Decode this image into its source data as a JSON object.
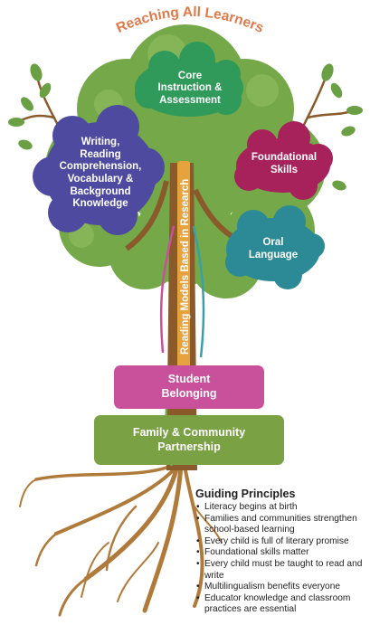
{
  "title": "Reaching All Learners",
  "trunk_label": "Reading Models Based in Research",
  "canopy_areas": [
    {
      "label": "Core\nInstruction &\nAssessment",
      "color": "#2f9a5a"
    },
    {
      "label": "Writing,\nReading\nComprehension,\nVocabulary &\nBackground\nKnowledge",
      "color": "#4e4aa0"
    },
    {
      "label": "Foundational\nSkills",
      "color": "#a7215a"
    },
    {
      "label": "Oral\nLanguage",
      "color": "#2c8a96"
    }
  ],
  "foundation_boxes": [
    {
      "label": "Student\nBelonging",
      "color": "#c9509a"
    },
    {
      "label": "Family & Community\nPartnership",
      "color": "#7aa245"
    }
  ],
  "guiding_principles": {
    "heading": "Guiding Principles",
    "items": [
      "Literacy begins at birth",
      "Families and communities strengthen school-based learning",
      "Every child is full of literary promise",
      "Foundational skills matter",
      "Every child must be taught to read and write",
      "Multilingualism benefits everyone",
      "Educator knowledge and classroom practices are essential"
    ]
  },
  "colors": {
    "title": "#e07a4a",
    "foliage": "#74a848",
    "foliage_light": "#8dbb5e",
    "trunk": "#8a5a2b",
    "trunk_stripe": "#e6a23c",
    "roots": "#b07a3a"
  }
}
